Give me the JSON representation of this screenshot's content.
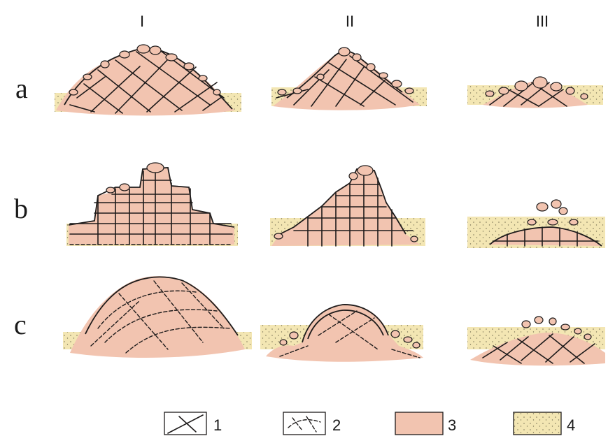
{
  "columns": [
    "I",
    "II",
    "III"
  ],
  "rows": [
    "a",
    "b",
    "c"
  ],
  "legend": [
    {
      "key": "1",
      "pattern": "joints"
    },
    {
      "key": "2",
      "pattern": "dashed-joints"
    },
    {
      "key": "3",
      "pattern": "fill-granite"
    },
    {
      "key": "4",
      "pattern": "fill-regolith"
    }
  ],
  "colors": {
    "granite": "#f2c4b0",
    "regolith": "#f3e6b3",
    "line": "#1e1b1b",
    "dots": "#7d7658"
  }
}
